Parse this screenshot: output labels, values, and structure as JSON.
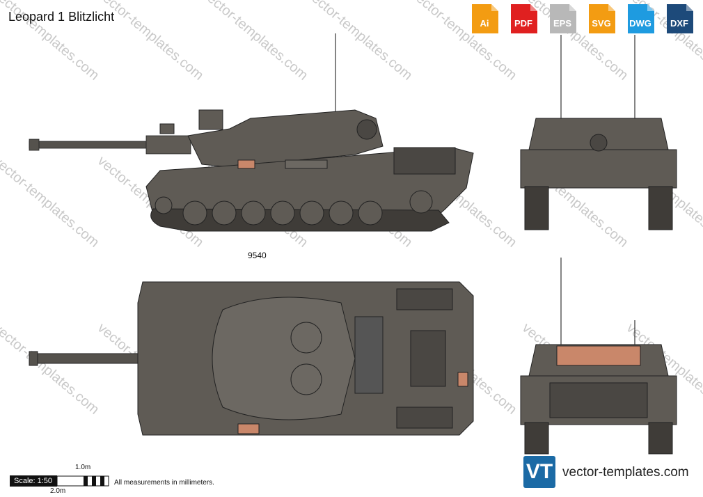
{
  "title": "Leopard 1 Blitzlicht",
  "formats": [
    {
      "label": "Ai",
      "color": "#f39c12"
    },
    {
      "label": "PDF",
      "color": "#e02020"
    },
    {
      "label": "EPS",
      "color": "#b8b8b8"
    },
    {
      "label": "SVG",
      "color": "#f39c12"
    },
    {
      "label": "DWG",
      "color": "#1e9be0"
    },
    {
      "label": "DXF",
      "color": "#1d4a7a"
    }
  ],
  "dimension": "9540",
  "scale": {
    "label": "Scale: 1:50",
    "one_meter": "1.0m",
    "two_meter": "2.0m"
  },
  "note": "All measurements in millimeters.",
  "brand": {
    "logo": "VT",
    "site": "vector-templates.com"
  },
  "watermark": "vector-templates.com",
  "colors": {
    "hull": "#5f5b55",
    "hull_dark": "#4a4743",
    "hull_light": "#6c6862",
    "accent": "#c9876a"
  }
}
